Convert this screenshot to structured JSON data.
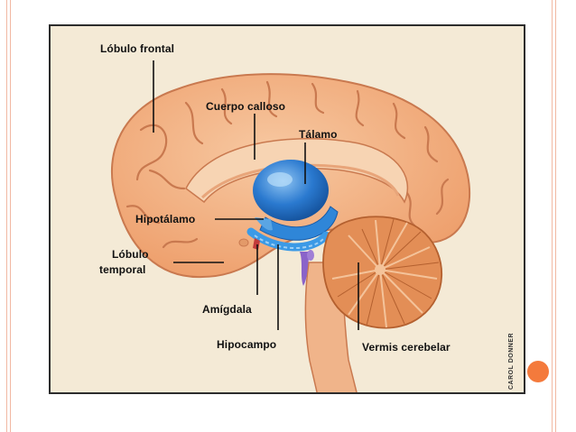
{
  "labels": {
    "lobulo_frontal": "Lóbulo frontal",
    "cuerpo_calloso": "Cuerpo calloso",
    "talamo": "Tálamo",
    "hipotalamo": "Hipotálamo",
    "lobulo_temporal_1": "Lóbulo",
    "lobulo_temporal_2": "temporal",
    "amigdala": "Amígdala",
    "hipocampo": "Hipocampo",
    "vermis_cerebelar": "Vermis cerebelar"
  },
  "credit": "CAROL DONNER",
  "colors": {
    "slide_background": "#ffffff",
    "frame_background": "#f4ead6",
    "brain_fill": "#f3b58a",
    "gyri_line": "#c9794f",
    "thalamus_blue": "#2a79cf",
    "cerebellum_fill": "#e38e56",
    "accent_orange": "#f47a3c",
    "edge_lines": "#f1b8a2"
  }
}
